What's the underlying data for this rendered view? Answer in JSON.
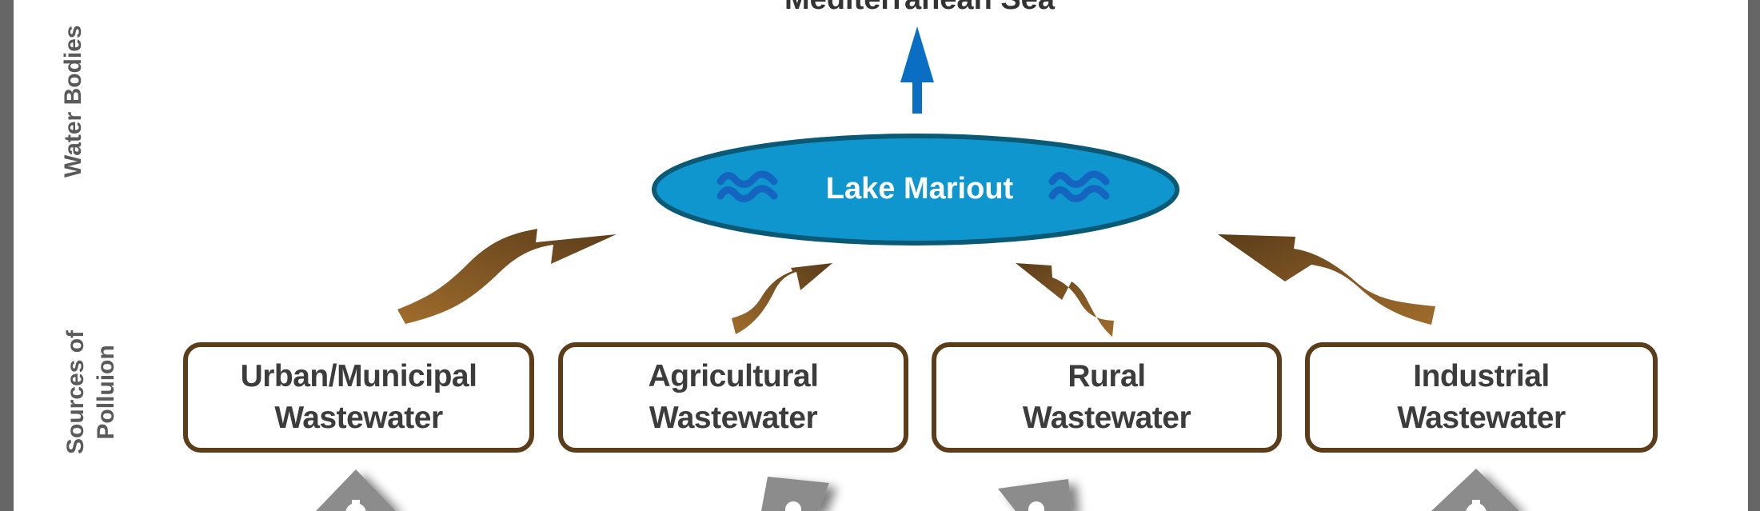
{
  "diagram": {
    "title_top": "Mediterranean Sea",
    "row_labels": {
      "water_bodies": "Water Bodies",
      "sources_line1": "Sources of",
      "sources_line2": "Polluion"
    },
    "lake": {
      "label": "Lake Mariout",
      "icon": "water-waves-icon"
    },
    "sources": [
      {
        "line1": "Urban/Municipal",
        "line2": "Wastewater",
        "icon": "gear-icon"
      },
      {
        "line1": "Agricultural",
        "line2": "Wastewater",
        "icon": "tractor-icon"
      },
      {
        "line1": "Rural",
        "line2": "Wastewater",
        "icon": "house-icon"
      },
      {
        "line1": "Industrial",
        "line2": "Wastewater",
        "icon": "gear-icon"
      }
    ],
    "flows": [
      {
        "from": "Lake Mariout",
        "to": "Mediterranean Sea"
      },
      {
        "from": "Urban/Municipal Wastewater",
        "to": "Lake Mariout"
      },
      {
        "from": "Agricultural Wastewater",
        "to": "Lake Mariout"
      },
      {
        "from": "Rural Wastewater",
        "to": "Lake Mariout"
      },
      {
        "from": "Industrial Wastewater",
        "to": "Lake Mariout"
      }
    ],
    "colors": {
      "lake_fill": "#0f96cf",
      "lake_stroke": "#0b5a75",
      "wave_icon": "#1565c0",
      "sea_arrow": "#0a6fc2",
      "brown": "#5b3d1a",
      "brown_light": "#9a6a2e",
      "gray_arrow": "#8c8c8c",
      "frame_gray": "#666666",
      "text_dark": "#3c3c3c"
    }
  }
}
